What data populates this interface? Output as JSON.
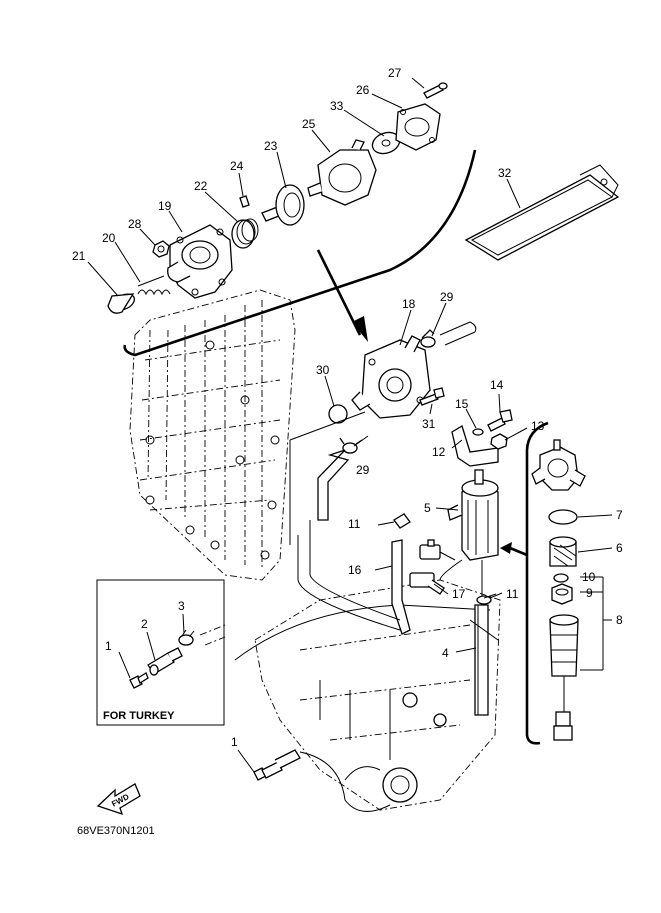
{
  "diagram": {
    "code": "68VE370N1201",
    "inset_label": "FOR TURKEY",
    "fwd_label": "FWD",
    "callouts": {
      "c1_inset": "1",
      "c2": "2",
      "c3": "3",
      "c1_main": "1",
      "c4": "4",
      "c5": "5",
      "c6": "6",
      "c7": "7",
      "c8": "8",
      "c9": "9",
      "c10": "10",
      "c11_a": "11",
      "c11_b": "11",
      "c12": "12",
      "c13": "13",
      "c14": "14",
      "c15": "15",
      "c16": "16",
      "c17": "17",
      "c18": "18",
      "c19": "19",
      "c20": "20",
      "c21": "21",
      "c22": "22",
      "c23": "23",
      "c24": "24",
      "c25": "25",
      "c26": "26",
      "c27": "27",
      "c28": "28",
      "c29_a": "29",
      "c29_b": "29",
      "c30": "30",
      "c31": "31",
      "c32": "32",
      "c33": "33"
    }
  }
}
